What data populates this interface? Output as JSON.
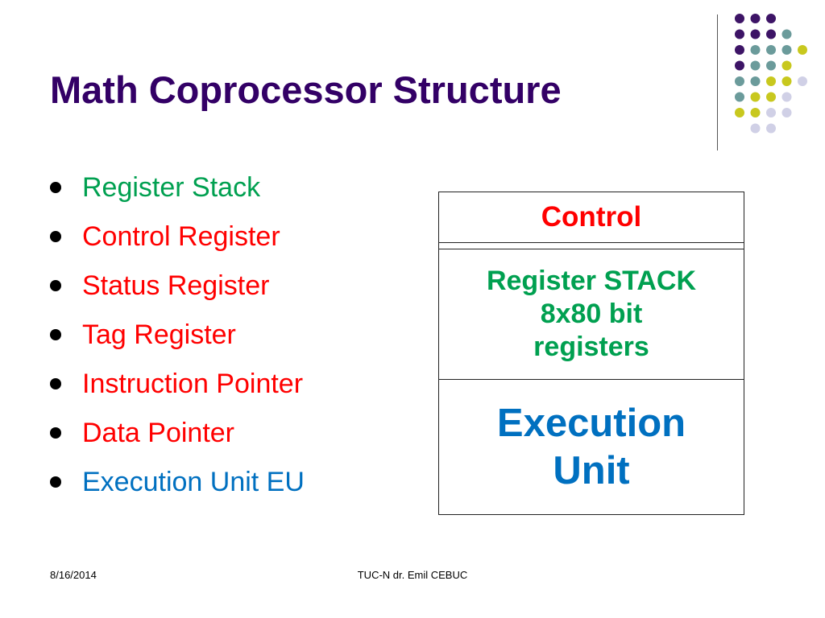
{
  "slide": {
    "title": "Math Coprocessor Structure",
    "bullets": [
      {
        "text": "Register Stack",
        "color": "#00a050"
      },
      {
        "text": "Control Register",
        "color": "#ff0000"
      },
      {
        "text": "Status Register",
        "color": "#ff0000"
      },
      {
        "text": "Tag Register",
        "color": "#ff0000"
      },
      {
        "text": "Instruction Pointer",
        "color": "#ff0000"
      },
      {
        "text": "Data Pointer",
        "color": "#ff0000"
      },
      {
        "text": "Execution Unit EU",
        "color": "#0070c0"
      }
    ],
    "diagram": {
      "control": "Control",
      "register_lines": [
        "Register STACK",
        "8x80 bit",
        "registers"
      ],
      "execution_lines": [
        "Execution",
        "Unit"
      ]
    },
    "footer": {
      "date": "8/16/2014",
      "author": "TUC-N dr. Emil CEBUC"
    }
  },
  "colors": {
    "title": "#330066",
    "dot_purple": "#3d1466",
    "dot_teal": "#6b9b9b",
    "dot_yellow": "#c8c81e",
    "dot_lavender": "#d0d0e6"
  },
  "decoration": {
    "dot_rows": [
      [
        "purple",
        "purple",
        "purple"
      ],
      [
        "purple",
        "purple",
        "purple",
        "teal"
      ],
      [
        "purple",
        "teal",
        "teal",
        "teal",
        "yellow"
      ],
      [
        "purple",
        "teal",
        "teal",
        "yellow"
      ],
      [
        "teal",
        "teal",
        "yellow",
        "yellow",
        "lavender"
      ],
      [
        "teal",
        "yellow",
        "yellow",
        "lavender"
      ],
      [
        "yellow",
        "yellow",
        "lavender",
        "lavender"
      ],
      [
        "lavender",
        "lavender"
      ]
    ]
  }
}
